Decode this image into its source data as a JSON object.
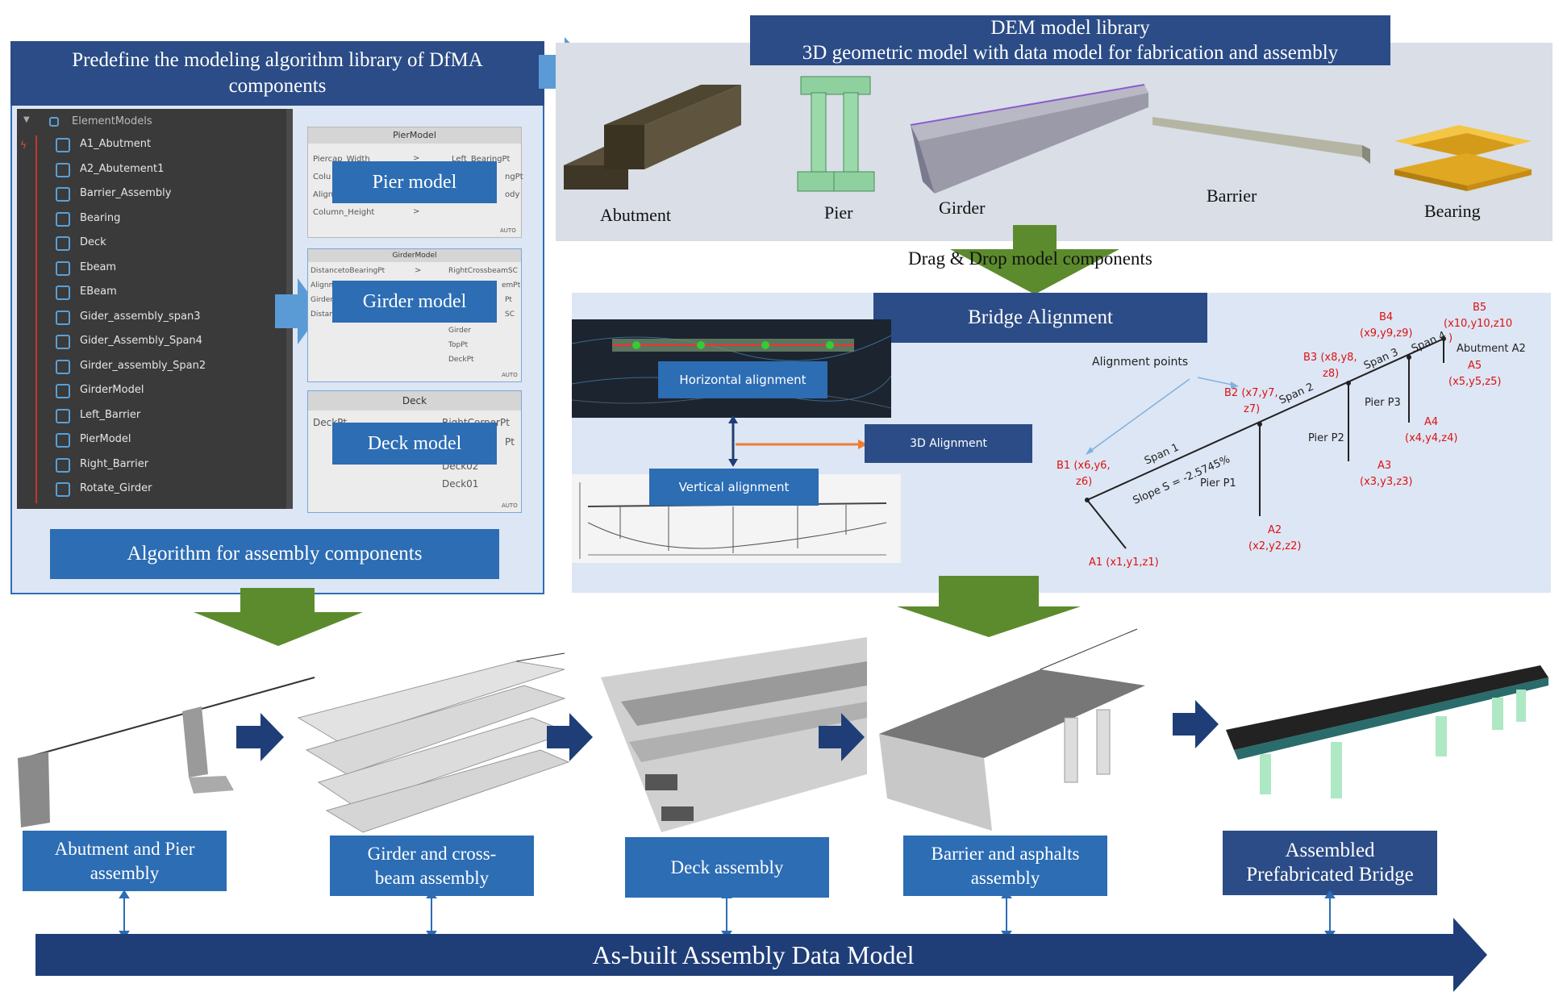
{
  "left": {
    "title_line1": "Predefine the modeling algorithm library of DfMA",
    "title_line2": "components",
    "tree_header": "ElementModels",
    "tree_items": [
      "A1_Abutment",
      "A2_Abutement1",
      "Barrier_Assembly",
      "Bearing",
      "Deck",
      "Ebeam",
      "EBeam",
      "Gider_assembly_span3",
      "Gider_Assembly_Span4",
      "Girder_assembly_Span2",
      "GirderModel",
      "Left_Barrier",
      "PierModel",
      "Right_Barrier",
      "Rotate_Girder"
    ],
    "pier_node": {
      "title": "PierModel",
      "rows_left": [
        "Piercap_Width",
        "Colu",
        "Align",
        "Column_Height"
      ],
      "rows_right": [
        "Left_BearingPt",
        "ngPt",
        "ody"
      ],
      "footer": "AUTO",
      "label": "Pier model"
    },
    "girder_node": {
      "title": "GirderModel",
      "rows_left": [
        "DistancetoBearingPt",
        "Alignm",
        "Girder",
        "Distan"
      ],
      "rows_right": [
        "RightCrossbeamSC",
        "emPt",
        "Pt",
        "SC",
        "Girder",
        "TopPt",
        "DeckPt"
      ],
      "footer": "AUTO",
      "label": "Girder model"
    },
    "deck_node": {
      "title": "Deck",
      "rows_left": [
        "DeckPt"
      ],
      "rows_right": [
        "RightCornerPt",
        "Pt",
        "Deck02",
        "Deck01"
      ],
      "footer": "AUTO",
      "label": "Deck model"
    },
    "algo_label": "Algorithm  for assembly components"
  },
  "library": {
    "title_line1": "DEM model library",
    "title_line2": "3D geometric model with data model for fabrication and assembly",
    "components": [
      "Abutment",
      "Pier",
      "Girder",
      "Barrier",
      "Bearing"
    ]
  },
  "drag_label": "Drag & Drop model components",
  "alignment": {
    "title": "Bridge Alignment",
    "horizontal": "Horizontal alignment",
    "vertical": "Vertical alignment",
    "three_d": "3D Alignment",
    "points_title": "Alignment points",
    "slope": "Slope S = -2.5745%",
    "spans": [
      "Span 1",
      "Span 2",
      "Span 3",
      "Span 4"
    ],
    "piers": [
      "Pier P1",
      "Pier P2",
      "Pier P3"
    ],
    "abutment_a2": "Abutment A2",
    "points": {
      "A1": "A1 (x1,y1,z1)",
      "A2a": "A2",
      "A2b": "(x2,y2,z2)",
      "A3a": "A3",
      "A3b": "(x3,y3,z3)",
      "A4a": "A4",
      "A4b": "(x4,y4,z4)",
      "A5a": "A5",
      "A5b": "(x5,y5,z5)",
      "B1a": "B1 (x6,y6,",
      "B1b": "z6)",
      "B2a": "B2 (x7,y7,",
      "B2b": "z7)",
      "B3a": "B3 (x8,y8,",
      "B3b": "z8)",
      "B4a": "B4",
      "B4b": "(x9,y9,z9)",
      "B5a": "B5",
      "B5b": "(x10,y10,z10",
      "B5c": ")"
    }
  },
  "steps": [
    {
      "l1": "Abutment  and Pier",
      "l2": "assembly"
    },
    {
      "l1": "Girder and cross-",
      "l2": "beam assembly"
    },
    {
      "l1": "Deck assembly",
      "l2": ""
    },
    {
      "l1": "Barrier and asphalts",
      "l2": "assembly"
    },
    {
      "l1": "Assembled",
      "l2": "Prefabricated Bridge"
    }
  ],
  "bottom_bar": "As-built Assembly Data Model",
  "colors": {
    "dark_blue": "#2b4c86",
    "mid_blue": "#2c6db4",
    "green": "#5c8b2d",
    "panel": "#dde6f4"
  }
}
